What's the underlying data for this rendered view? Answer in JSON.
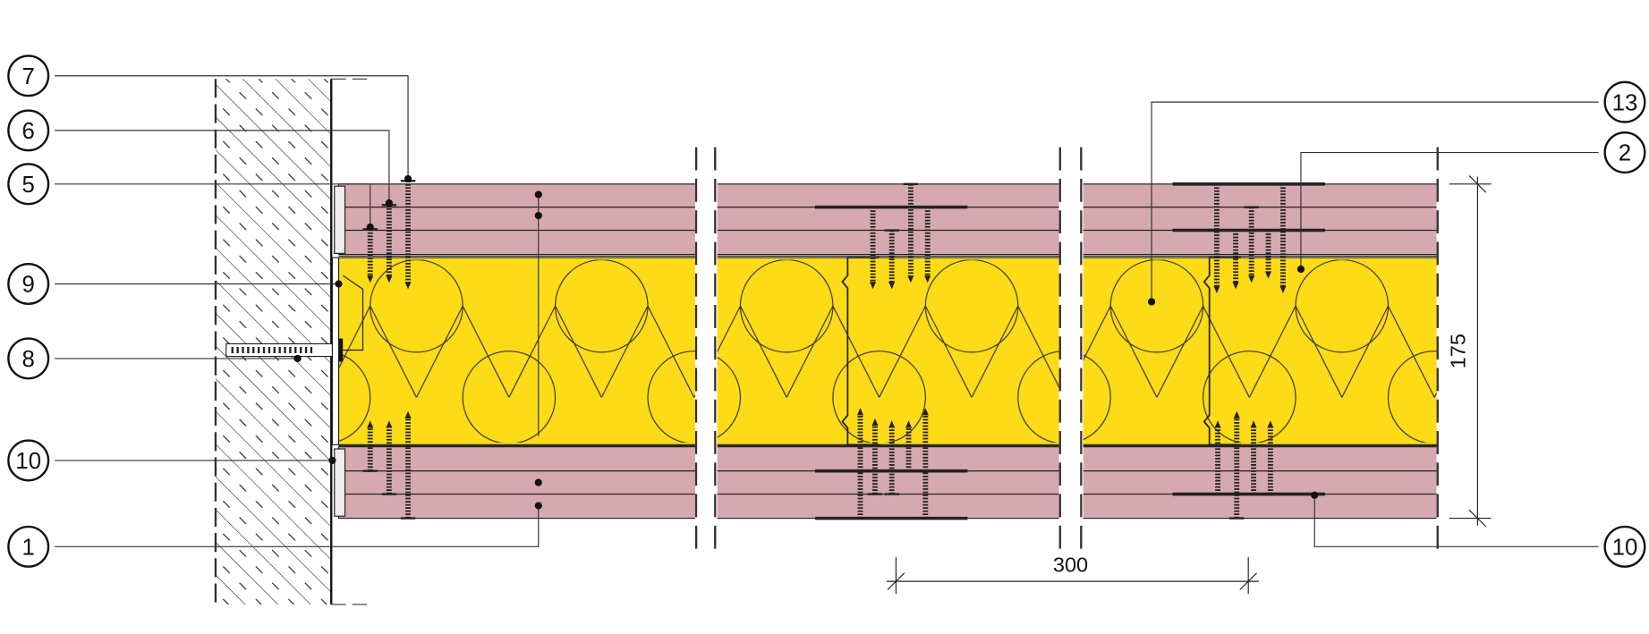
{
  "diagram": {
    "colors": {
      "board": "#d6a8b0",
      "insulation": "#fddb16",
      "line": "#222222"
    },
    "callouts_left": [
      "7",
      "6",
      "5",
      "9",
      "8",
      "10",
      "1"
    ],
    "callouts_right": [
      "13",
      "2",
      "10"
    ],
    "dimensions": {
      "thickness": "175",
      "spacing": "300"
    }
  }
}
